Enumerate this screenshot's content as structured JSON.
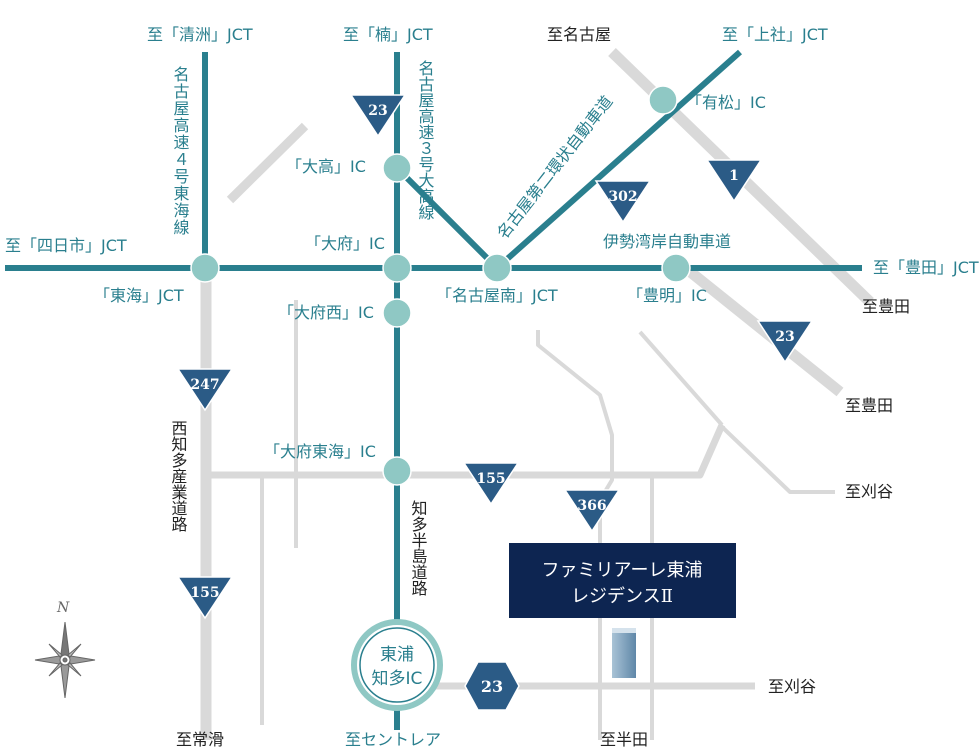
{
  "colors": {
    "expressway": "#2a7f8e",
    "road_gray": "#d9d9d9",
    "route_shield": "#2b5b86",
    "property_box": "#0d2551",
    "interchange_node": "#8fc8c4",
    "label_teal": "#2a7f8e",
    "label_dark": "#222222"
  },
  "directions": {
    "kiyosu_jct": "至「清洲」JCT",
    "kusu_jct": "至「楠」JCT",
    "to_nagoya": "至名古屋",
    "kamiyashiro_jct": "至「上社」JCT",
    "yokkaichi_jct": "至「四日市」JCT",
    "toyota_jct": "至「豊田」JCT",
    "toyota_1": "至豊田",
    "toyota_2": "至豊田",
    "kariya_1": "至刈谷",
    "kariya_2": "至刈谷",
    "tokoname": "至常滑",
    "centrair": "至セントレア",
    "handa": "至半田"
  },
  "interchanges": {
    "arimatsu": "「有松」IC",
    "otaka": "「大高」IC",
    "obu": "「大府」IC",
    "tokai_jct": "「東海」JCT",
    "nagoya_minami_jct": "「名古屋南」JCT",
    "toyoake": "「豊明」IC",
    "obu_nishi": "「大府西」IC",
    "obu_tokai": "「大府東海」IC"
  },
  "road_names": {
    "route4_tokai": "名古屋高速４号東海線",
    "route3_odaka": "名古屋高速３号大高線",
    "ring2": "名古屋第二環状自動車道",
    "isewangan": "伊勢湾岸自動車道",
    "nishichita": "西知多産業道路",
    "chita_hanto": "知多半島道路"
  },
  "route_shields": [
    "23",
    "1",
    "302",
    "23",
    "247",
    "155",
    "366",
    "155",
    "23"
  ],
  "destination_ic": {
    "line1": "東浦",
    "line2": "知多IC"
  },
  "property": {
    "line1": "ファミリアーレ東浦",
    "line2": "レジデンスⅡ"
  },
  "compass": {
    "north_label": "N"
  },
  "icons": {
    "compass": "compass-rose-icon",
    "building": "building-icon"
  }
}
